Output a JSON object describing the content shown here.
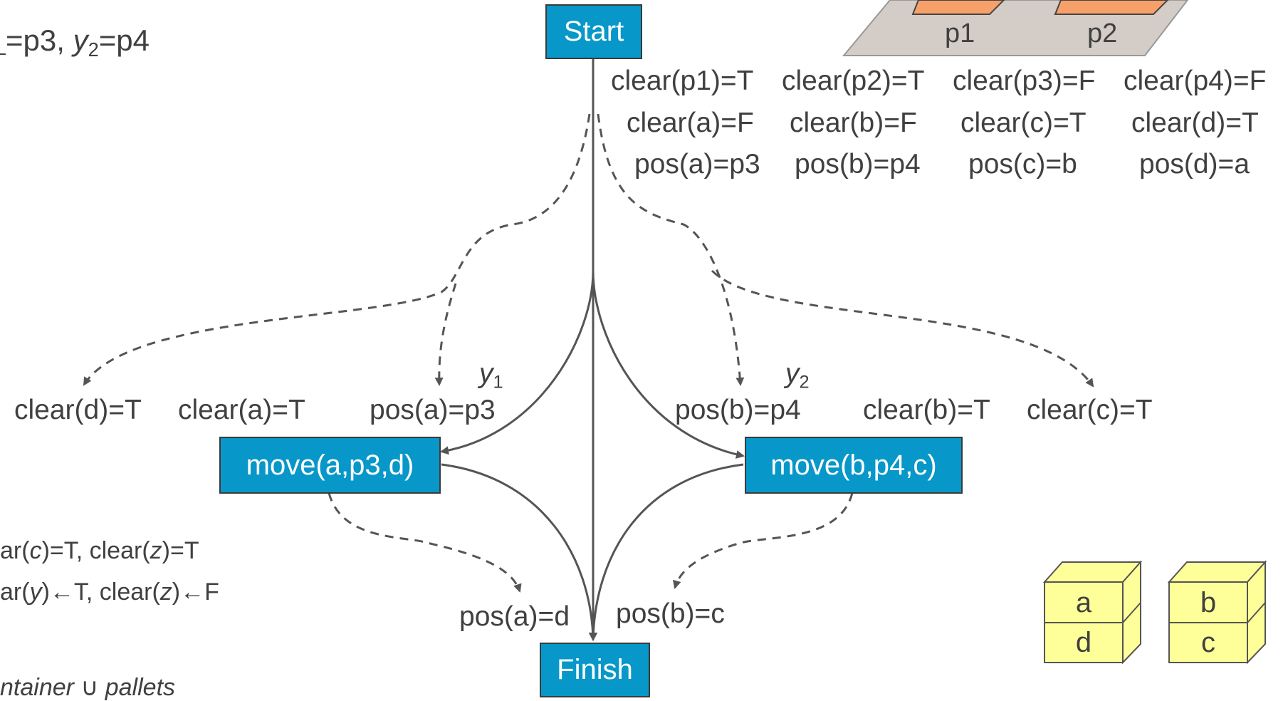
{
  "nodes": {
    "start": "Start",
    "finish": "Finish",
    "move_a": "move(a,p3,d)",
    "move_b": "move(b,p4,c)"
  },
  "initial_state": {
    "row1": [
      "clear(p1)=T",
      "clear(p2)=T",
      "clear(p3)=F",
      "clear(p4)=F"
    ],
    "row2": [
      "clear(a)=F",
      "clear(b)=F",
      "clear(c)=T",
      "clear(d)=T"
    ],
    "row3": [
      "pos(a)=p3",
      "pos(b)=p4",
      "pos(c)=b",
      "pos(d)=a"
    ]
  },
  "preconditions_left": [
    "clear(d)=T",
    "clear(a)=T",
    "pos(a)=p3"
  ],
  "preconditions_right": [
    "pos(b)=p4",
    "clear(b)=T",
    "clear(c)=T"
  ],
  "goals": [
    "pos(a)=d",
    "pos(b)=c"
  ],
  "var_labels": {
    "y1": {
      "base": "y",
      "sub": "1"
    },
    "y2": {
      "base": "y",
      "sub": "2"
    }
  },
  "top_left_fragment": {
    "part1": "=p3,  ",
    "y_base": "y",
    "y_sub": "2",
    "part2": "=p4"
  },
  "left_fragments": {
    "line1_a": "ar(",
    "line1_c": "c",
    "line1_b": ")=T, clear(",
    "line1_z": "z",
    "line1_e": ")=T",
    "line2_a": "ar(",
    "line2_y": "y",
    "line2_b": ")←T, clear(",
    "line2_z": "z",
    "line2_e": ")←F",
    "line3": "ntainer ∪ pallets"
  },
  "pallets": [
    "p1",
    "p2"
  ],
  "blocks": {
    "stack1_top": "a",
    "stack1_bottom": "d",
    "stack2_top": "b",
    "stack2_bottom": "c"
  },
  "colors": {
    "node_fill": "#0797c9",
    "pallet": "#d4ccc6",
    "pallet_slot": "#f7a06a",
    "block": "#ffff99",
    "edge": "#555555"
  }
}
